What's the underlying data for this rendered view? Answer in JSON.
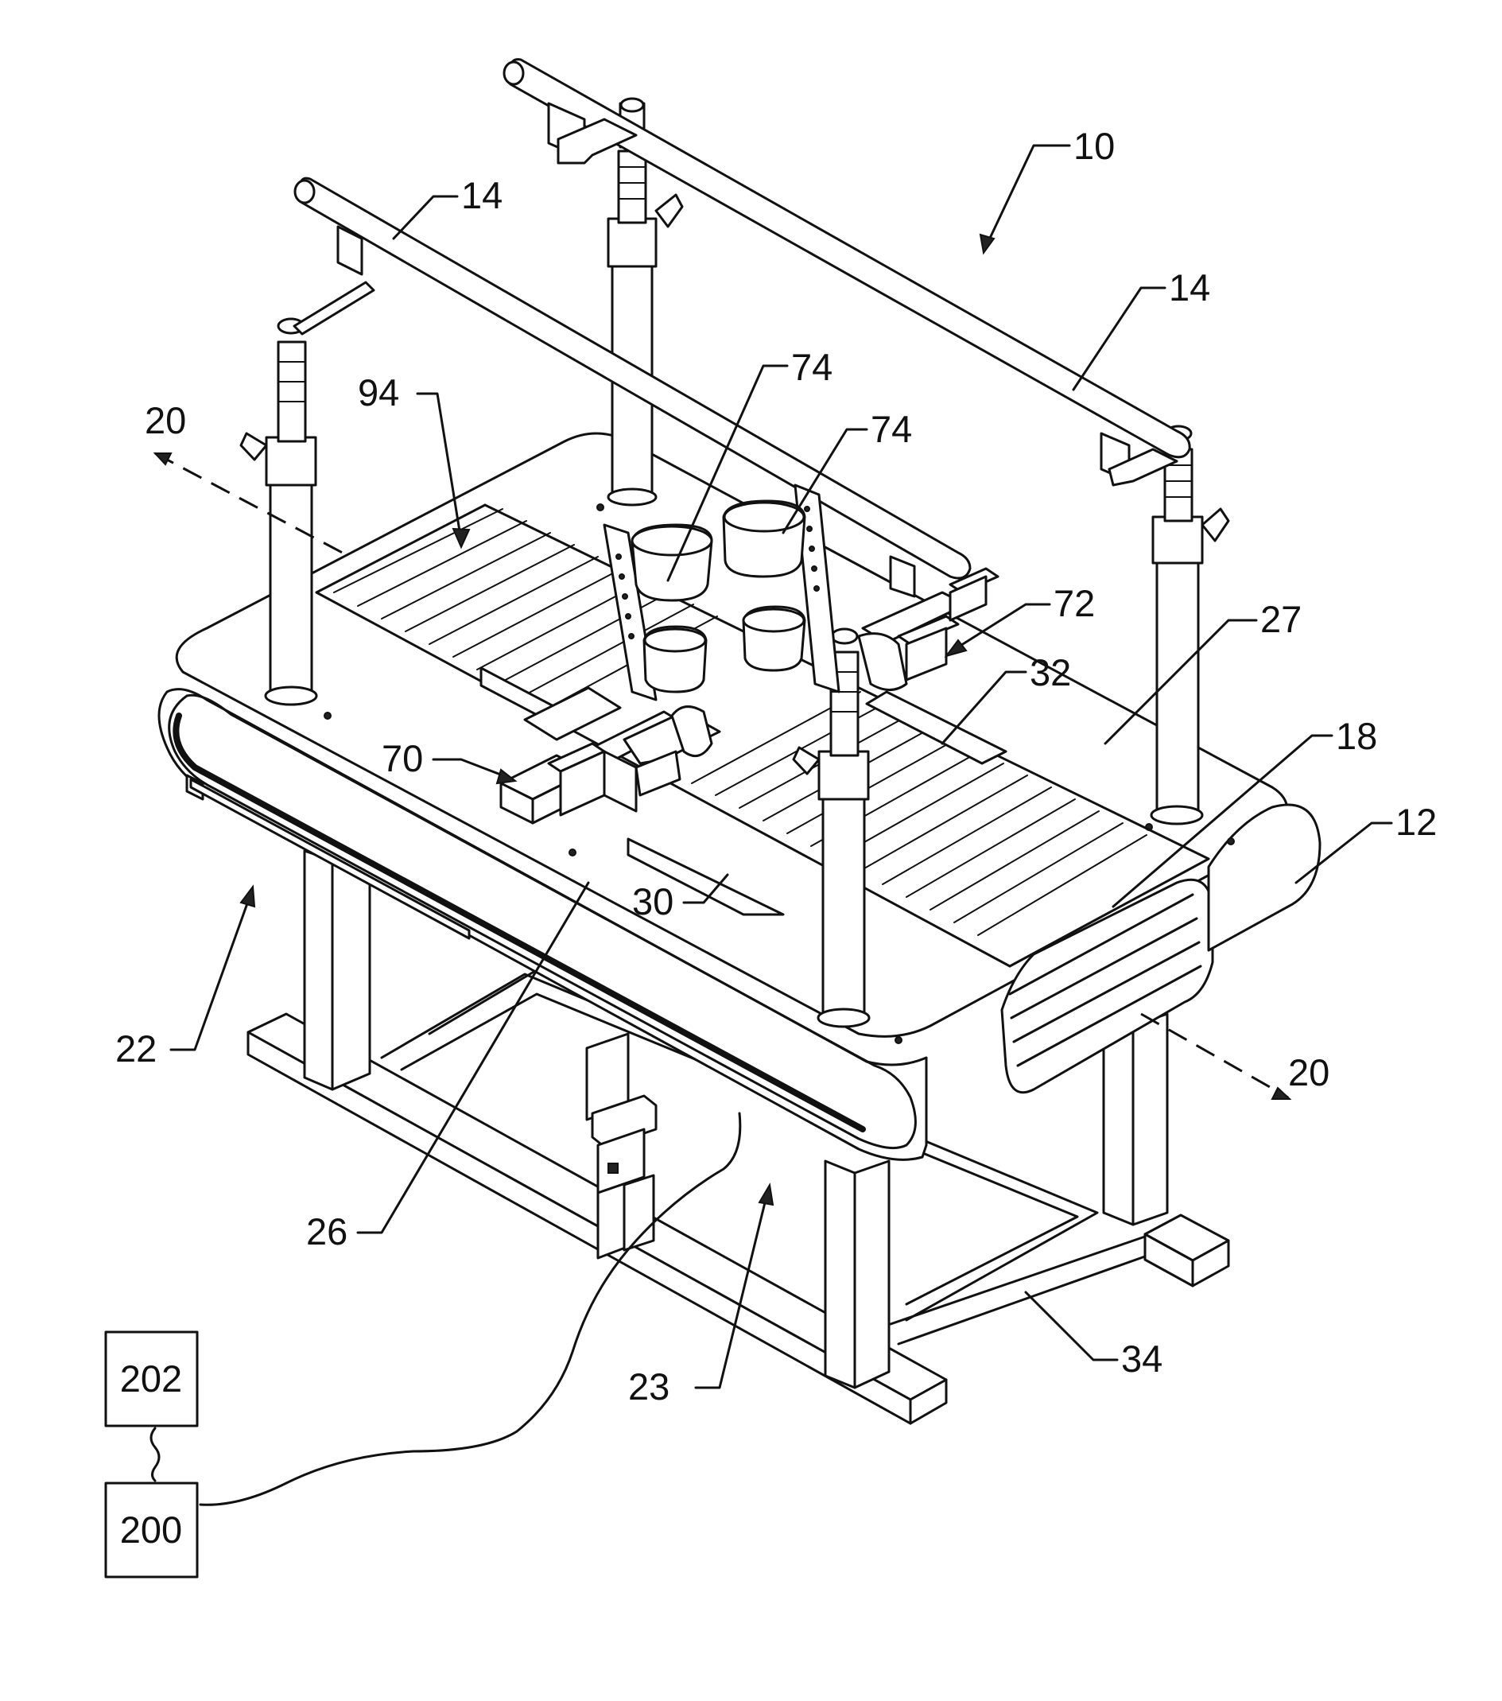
{
  "figure": {
    "labels": {
      "ref_10": "10",
      "ref_12": "12",
      "ref_14_left": "14",
      "ref_14_right": "14",
      "ref_18": "18",
      "ref_20_left": "20",
      "ref_20_right": "20",
      "ref_22": "22",
      "ref_23": "23",
      "ref_26": "26",
      "ref_27": "27",
      "ref_30": "30",
      "ref_32": "32",
      "ref_34": "34",
      "ref_70": "70",
      "ref_72": "72",
      "ref_74_left": "74",
      "ref_74_right": "74",
      "ref_94": "94"
    },
    "blocks": {
      "box_202": "202",
      "box_200": "200"
    }
  }
}
